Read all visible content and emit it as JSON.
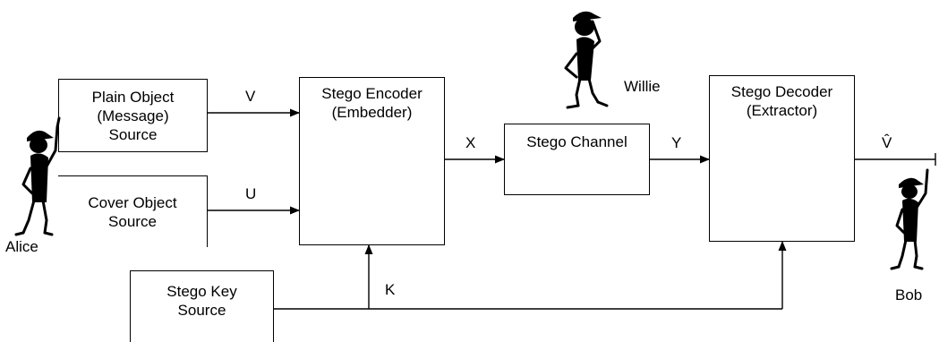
{
  "blocks": {
    "plain_object_source": "Plain Object\n(Message)\nSource",
    "cover_object_source": "Cover Object\nSource",
    "stego_encoder": "Stego Encoder\n(Embedder)",
    "stego_channel": "Stego Channel",
    "stego_decoder": "Stego Decoder\n(Extractor)",
    "stego_key_source": "Stego Key\nSource"
  },
  "signals": {
    "v": "V",
    "u": "U",
    "x": "X",
    "y": "Y",
    "k": "K",
    "v_hat": "V̂"
  },
  "actors": {
    "alice": "Alice",
    "willie": "Willie",
    "bob": "Bob"
  }
}
